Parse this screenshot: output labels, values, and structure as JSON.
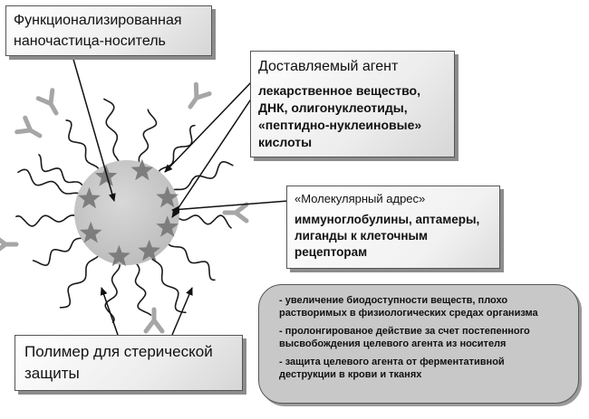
{
  "labels": {
    "carrier": [
      "Функционализированная",
      "наночастица-носитель"
    ],
    "agent_title": "Доставляемый агент",
    "agent_body": [
      "лекарственное вещество,",
      "ДНК, олигонуклеотиды,",
      "«пептидно-нуклеиновые»",
      "кислоты"
    ],
    "address_title": "«Молекулярный адрес»",
    "address_body": [
      "иммуноглобулины, аптамеры,",
      "лиганды к клеточным",
      "рецепторам"
    ],
    "polymer": [
      "Полимер для стерической",
      "защиты"
    ],
    "benefits": [
      [
        "- увеличение биодоступности веществ, плохо",
        "растворимых в физиологических средах организма"
      ],
      [
        "- пролонгированое действие за счет постепенного",
        "высвобождения целевого агента из носителя"
      ],
      [
        "- защита целевого агента от ферментативной",
        "деструкции в крови и тканях"
      ]
    ]
  },
  "colors": {
    "particle": "#c9c9c9",
    "star": "#7d7d7d",
    "antibody": "#a6a6a6",
    "chain": "#1a1a1a",
    "arrow": "#111111"
  }
}
